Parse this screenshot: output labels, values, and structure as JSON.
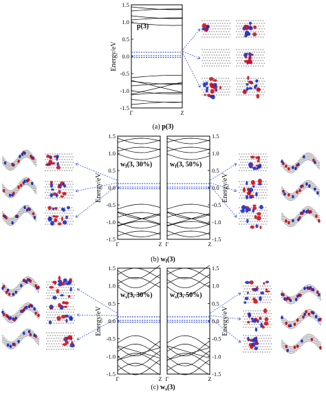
{
  "figure": {
    "panels": [
      {
        "id": "a",
        "caption_prefix": "(a) ",
        "caption_bold": "p(3)",
        "ylabel": "Energy/eV",
        "y_range": [
          -1.5,
          1.5
        ],
        "y_ticks": [
          "1.5",
          "1.0",
          "0.5",
          "0.0",
          "-0.5",
          "-1.0",
          "-1.5"
        ],
        "x_ticks": [
          "Γ",
          "Z"
        ],
        "subplots": [
          {
            "label": "p(3)"
          }
        ]
      },
      {
        "id": "b",
        "caption_prefix": "(b) ",
        "caption_bold": "w",
        "caption_sub": "f",
        "caption_tail": "(3)",
        "ylabel": "Energy/eV",
        "y_range": [
          -1.5,
          1.5
        ],
        "y_ticks": [
          "1.5",
          "1.0",
          "0.5",
          "0.0",
          "-0.5",
          "-1.0",
          "-1.5"
        ],
        "x_ticks": [
          "Γ",
          "Z"
        ],
        "subplots": [
          {
            "label": "w",
            "label_sub": "f",
            "label_tail": "(3, 30%)"
          },
          {
            "label": "w",
            "label_sub": "f",
            "label_tail": "(3, 50%)"
          }
        ]
      },
      {
        "id": "c",
        "caption_prefix": "(c) ",
        "caption_bold": "w",
        "caption_sub": "s",
        "caption_tail": "(3)",
        "ylabel": "Energy/eV",
        "y_range": [
          -1.5,
          1.5
        ],
        "y_ticks": [
          "1.5",
          "1.0",
          "0.5",
          "0.0",
          "-0.5",
          "-1.0",
          "-1.5"
        ],
        "x_ticks": [
          "Γ",
          "Z"
        ],
        "subplots": [
          {
            "label": "w",
            "label_sub": "s",
            "label_tail": "(3, 30%)"
          },
          {
            "label": "w",
            "label_sub": "s",
            "label_tail": "(3, 50%)"
          }
        ]
      }
    ],
    "colors": {
      "band": "#000000",
      "flat_band": "#1f3fd6",
      "orbital_red": "#d0101a",
      "orbital_blue": "#1b2fc8",
      "lattice": "#9a9a9a"
    }
  }
}
